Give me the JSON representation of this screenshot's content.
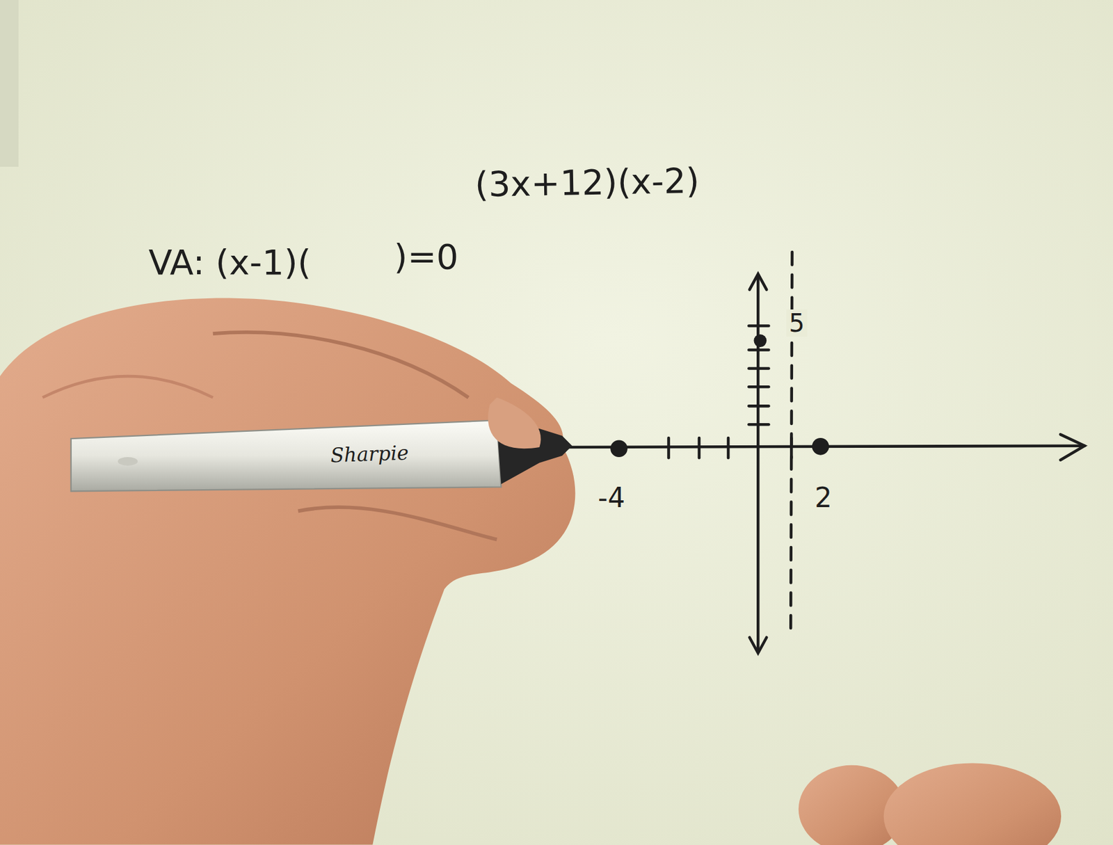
{
  "diagram": {
    "labels": [
      "(3x+12)(x-2)",
      "VA: (x-1)(",
      ")=0",
      "5",
      "-4",
      "2",
      "Sharpie"
    ]
  }
}
